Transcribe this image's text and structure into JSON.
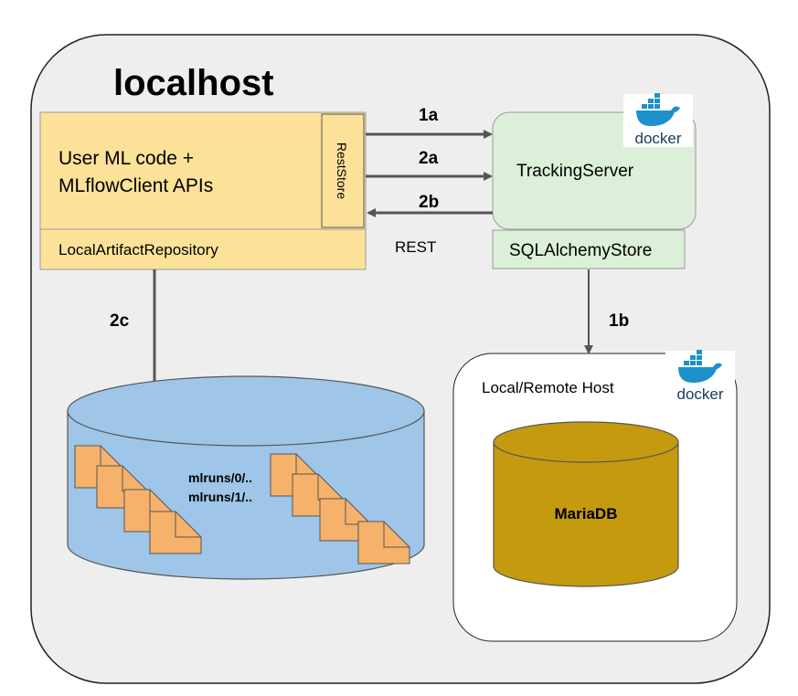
{
  "localhost": {
    "title": "localhost"
  },
  "client": {
    "code_line1": "User ML code +",
    "code_line2": "MLflowClient APIs",
    "reststore_label": "RestStore",
    "artifact_repo_label": "LocalArtifactRepository"
  },
  "tracking": {
    "server_label": "TrackingServer",
    "store_label": "SQLAlchemyStore",
    "docker_label": "docker"
  },
  "remote": {
    "title": "Local/Remote Host",
    "db_label": "MariaDB",
    "docker_label": "docker"
  },
  "storage": {
    "path_line1": "mlruns/0/..",
    "path_line2": "mlruns/1/.."
  },
  "arrows": {
    "a1": "1a",
    "a2": "2a",
    "b2": "2b",
    "rest": "REST",
    "b1": "1b",
    "c2": "2c"
  },
  "colors": {
    "client_fill": "#fce199",
    "server_fill": "#dcefd8",
    "storage_fill": "#9fc5e8",
    "file_fill": "#f6b26b",
    "db_fill": "#c49a0f",
    "canvas_fill": "#eeeeee",
    "docker_blue": "#1d91c9"
  }
}
